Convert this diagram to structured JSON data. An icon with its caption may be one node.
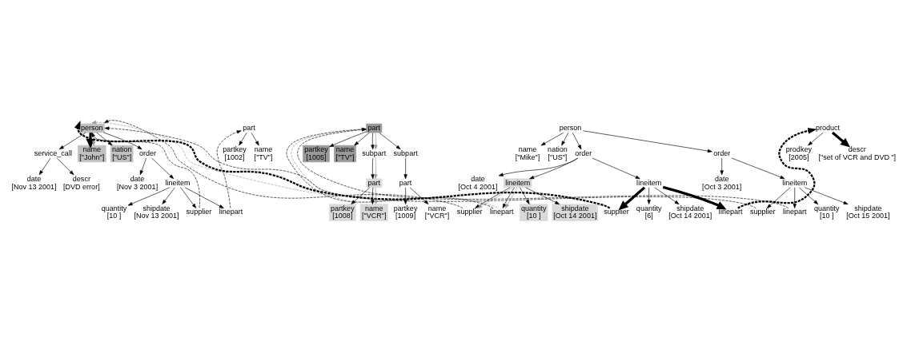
{
  "diagram": {
    "nodes": [
      {
        "text": [
          "person"
        ]
      },
      {
        "text": [
          "service_call"
        ]
      },
      {
        "text": [
          "name",
          "[\"John\"]"
        ]
      },
      {
        "text": [
          "nation",
          "[\"US\"]"
        ]
      },
      {
        "text": [
          "order"
        ]
      },
      {
        "text": [
          "date",
          "[Nov 13 2001]"
        ]
      },
      {
        "text": [
          "date",
          "[Nov 3 2001]"
        ]
      },
      {
        "text": [
          "descr",
          "[DVD error]"
        ]
      },
      {
        "text": [
          "lineitem"
        ]
      },
      {
        "text": [
          "quantity",
          "[10 ]"
        ]
      },
      {
        "text": [
          "shipdate",
          "[Nov 13 2001]"
        ]
      },
      {
        "text": [
          "supplier"
        ]
      },
      {
        "text": [
          "linepart"
        ]
      },
      {
        "text": [
          "part"
        ]
      },
      {
        "text": [
          "partkey",
          "[1002]"
        ]
      },
      {
        "text": [
          "name",
          "[\"TV\"]"
        ]
      },
      {
        "text": [
          "person"
        ]
      },
      {
        "text": [
          "name",
          "[\"Mike\"]"
        ]
      },
      {
        "text": [
          "nation",
          "[\"US\"]"
        ]
      },
      {
        "text": [
          "order"
        ]
      },
      {
        "text": [
          "order"
        ]
      },
      {
        "text": [
          "date",
          "[Oct 4 2001]"
        ]
      },
      {
        "text": [
          "lineitem"
        ]
      },
      {
        "text": [
          "quantity",
          "[10 ]"
        ]
      },
      {
        "text": [
          "shipdate",
          "[Oct 14 2001]"
        ]
      },
      {
        "text": [
          "supplier"
        ]
      },
      {
        "text": [
          "linepart"
        ]
      },
      {
        "text": [
          "lineitem"
        ]
      },
      {
        "text": [
          "quantity",
          "[6]"
        ]
      },
      {
        "text": [
          "shipdate",
          "[Oct 14 2001]"
        ]
      },
      {
        "text": [
          "supplier"
        ]
      },
      {
        "text": [
          "linepart"
        ]
      },
      {
        "text": [
          "date",
          "[Oct 3 2001]"
        ]
      },
      {
        "text": [
          "lineitem"
        ]
      },
      {
        "text": [
          "quantity",
          "[10 ]"
        ]
      },
      {
        "text": [
          "shipdate",
          "[Oct 15 2001]"
        ]
      },
      {
        "text": [
          "supplier"
        ]
      },
      {
        "text": [
          "linepart"
        ]
      },
      {
        "text": [
          "part"
        ]
      },
      {
        "text": [
          "partkey",
          "[1005]"
        ]
      },
      {
        "text": [
          "name",
          "[\"TV\"]"
        ]
      },
      {
        "text": [
          "subpart"
        ]
      },
      {
        "text": [
          "subpart"
        ]
      },
      {
        "text": [
          "part"
        ]
      },
      {
        "text": [
          "partkey",
          "[1008]"
        ]
      },
      {
        "text": [
          "name",
          "[\"VCR\"]"
        ]
      },
      {
        "text": [
          "part"
        ]
      },
      {
        "text": [
          "partkey",
          "[1009]"
        ]
      },
      {
        "text": [
          "name",
          "[\"VCR\"]"
        ]
      },
      {
        "text": [
          "product"
        ]
      },
      {
        "text": [
          "prodkey",
          "[2005]"
        ]
      },
      {
        "text": [
          "descr",
          "[\"set of VCR and DVD \"]"
        ]
      }
    ],
    "edges": [
      {
        "from": 0,
        "to": 1,
        "arrow": "to"
      },
      {
        "from": 0,
        "to": 2,
        "arrow": "to",
        "style": "thick"
      },
      {
        "from": 0,
        "to": 2,
        "arrow": "to",
        "color": "#999999"
      },
      {
        "from": 0,
        "to": 3,
        "arrow": "to"
      },
      {
        "from": 0,
        "to": 4,
        "arrow": "to"
      },
      {
        "from": 1,
        "to": 5,
        "arrow": "to"
      },
      {
        "from": 1,
        "to": 7,
        "arrow": "to"
      },
      {
        "from": 4,
        "to": 6,
        "arrow": "to"
      },
      {
        "from": 4,
        "to": 8,
        "arrow": "to"
      },
      {
        "from": 8,
        "to": 9,
        "arrow": "to"
      },
      {
        "from": 8,
        "to": 10,
        "arrow": "to"
      },
      {
        "from": 8,
        "to": 11,
        "arrow": "to"
      },
      {
        "from": 8,
        "to": 12,
        "arrow": "to"
      },
      {
        "from": 13,
        "to": 14,
        "arrow": "to"
      },
      {
        "from": 13,
        "to": 15,
        "arrow": "to"
      },
      {
        "from": 16,
        "to": 17,
        "arrow": "to"
      },
      {
        "from": 16,
        "to": 18,
        "arrow": "to"
      },
      {
        "from": 16,
        "to": 19,
        "arrow": "to"
      },
      {
        "from": 16,
        "to": 20,
        "arrow": "to"
      },
      {
        "from": 19,
        "to": 21,
        "arrow": "to"
      },
      {
        "from": 19,
        "to": 22,
        "arrow": "to"
      },
      {
        "from": 19,
        "to": 27,
        "arrow": "to"
      },
      {
        "from": 22,
        "to": 23,
        "arrow": "to"
      },
      {
        "from": 22,
        "to": 24,
        "arrow": "to"
      },
      {
        "from": 22,
        "to": 25,
        "arrow": "to"
      },
      {
        "from": 22,
        "to": 25,
        "arrow": "to",
        "color": "#999999"
      },
      {
        "from": 22,
        "to": 26,
        "arrow": "to"
      },
      {
        "from": 22,
        "to": 26,
        "arrow": "to",
        "color": "#999999"
      },
      {
        "from": 27,
        "to": 28,
        "arrow": "to"
      },
      {
        "from": 27,
        "to": 29,
        "arrow": "to"
      },
      {
        "from": 27,
        "to": 30,
        "arrow": "to",
        "style": "thick"
      },
      {
        "from": 27,
        "to": 31,
        "arrow": "to",
        "style": "thick"
      },
      {
        "from": 20,
        "to": 32,
        "arrow": "to"
      },
      {
        "from": 20,
        "to": 33,
        "arrow": "to"
      },
      {
        "from": 33,
        "to": 34,
        "arrow": "to"
      },
      {
        "from": 33,
        "to": 35,
        "arrow": "to"
      },
      {
        "from": 33,
        "to": 36,
        "arrow": "to"
      },
      {
        "from": 33,
        "to": 37,
        "arrow": "to"
      },
      {
        "from": 38,
        "to": 39,
        "arrow": "to"
      },
      {
        "from": 38,
        "to": 40,
        "arrow": "to"
      },
      {
        "from": 38,
        "to": 41,
        "arrow": "to"
      },
      {
        "from": 38,
        "to": 41,
        "arrow": "to",
        "color": "#999999"
      },
      {
        "from": 38,
        "to": 42,
        "arrow": "to"
      },
      {
        "from": 41,
        "to": 43,
        "arrow": "to"
      },
      {
        "from": 41,
        "to": 43,
        "arrow": "to",
        "color": "#999999"
      },
      {
        "from": 43,
        "to": 44,
        "arrow": "to"
      },
      {
        "from": 43,
        "to": 45,
        "arrow": "to"
      },
      {
        "from": 43,
        "to": 45,
        "arrow": "to",
        "color": "#999999"
      },
      {
        "from": 42,
        "to": 46,
        "arrow": "to"
      },
      {
        "from": 46,
        "to": 47,
        "arrow": "to"
      },
      {
        "from": 46,
        "to": 48,
        "arrow": "to"
      },
      {
        "from": 49,
        "to": 50,
        "arrow": "to"
      },
      {
        "from": 49,
        "to": 51,
        "arrow": "to",
        "style": "thick"
      },
      {
        "from": 11,
        "to": 0,
        "arrow": "to",
        "style": "dashed"
      },
      {
        "from": 12,
        "to": 13,
        "arrow": "to",
        "style": "dashed"
      },
      {
        "from": 25,
        "to": 0,
        "arrow": "to",
        "style": "dashed"
      },
      {
        "from": 25,
        "to": 0,
        "arrow": "to",
        "style": "dashed",
        "color": "#999999"
      },
      {
        "from": 30,
        "to": 0,
        "arrow": "to",
        "style": "dashed"
      },
      {
        "from": 26,
        "to": 38,
        "arrow": "to",
        "style": "dashed"
      },
      {
        "from": 26,
        "to": 38,
        "arrow": "to",
        "style": "dashed",
        "color": "#999999"
      },
      {
        "from": 31,
        "to": 49,
        "arrow": "to",
        "style": "dashed"
      },
      {
        "from": 36,
        "to": 0,
        "arrow": "to",
        "style": "dashed"
      },
      {
        "from": 37,
        "to": 38,
        "arrow": "to",
        "style": "dashed"
      }
    ]
  }
}
